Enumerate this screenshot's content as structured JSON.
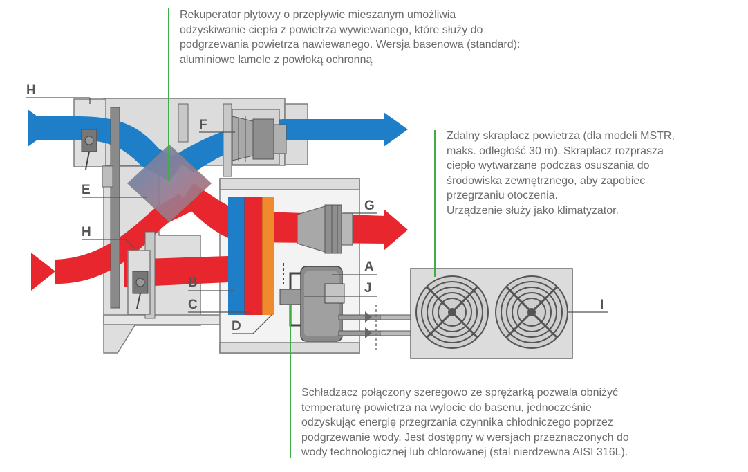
{
  "descriptions": {
    "top": "Rekuperator płytowy o przepływie mieszanym umożliwia\nodzyskiwanie ciepła z powietrza wywiewanego, które służy do\npodgrzewania powietrza nawiewanego. Wersja basenowa (standard):\naluminiowe lamele z powłoką ochronną",
    "right": "Zdalny skraplacz powietrza (dla modeli MSTR,\nmaks. odległość 30 m). Skraplacz rozprasza\nciepło wytwarzane podczas osuszania do\nśrodowiska zewnętrznego, aby zapobiec\nprzegrzaniu otoczenia.\nUrządzenie służy jako klimatyzator.",
    "bottom": "Schładzacz połączony szeregowo ze sprężarką pozwala obniżyć\ntemperaturę powietrza na wylocie do basenu, jednocześnie\nodzyskując energię przegrzania czynnika chłodniczego poprzez\npodgrzewanie wody. Jest dostępny w wersjach przeznaczonych do\nwody technologicznej lub chlorowanej (stal nierdzewna AISI 316L)."
  },
  "labels": {
    "h_top": "H",
    "f": "F",
    "e": "E",
    "h_mid": "H",
    "g": "G",
    "b": "B",
    "c": "C",
    "d": "D",
    "a": "A",
    "j": "J",
    "i": "I"
  },
  "colors": {
    "cold_air": "#1e7ec8",
    "warm_air": "#e8262e",
    "orange_coil": "#f08a2c",
    "leader_green": "#3fae49",
    "frame_gray": "#d9d9d9",
    "dark_gray": "#8a8a8a",
    "text_gray": "#6b6b6b"
  }
}
